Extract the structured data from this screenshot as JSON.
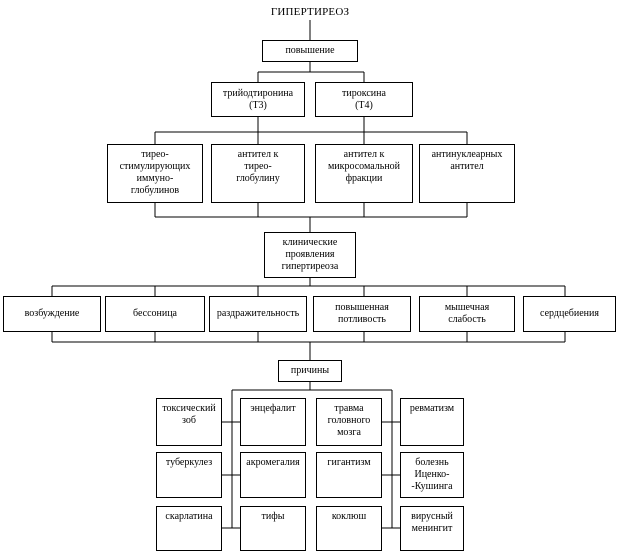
{
  "title": "ГИПЕРТИРЕОЗ",
  "increase": "повышение",
  "hormones": {
    "t3": "трийодтиронина\n(Т3)",
    "t4": "тироксина\n(Т4)"
  },
  "antibodies": {
    "tsi": "тирео-\nстимулирующих\nиммуно-\nглобулинов",
    "thyroglobulin": "антител к\nтирео-\nглобулину",
    "microsomal": "антител к\nмикросомальной\nфракции",
    "antinuclear": "антинуклеарных\nантител"
  },
  "clinical": "клинические\nпроявления\nгипертиреоза",
  "symptoms": {
    "agitation": "возбуждение",
    "insomnia": "бессоница",
    "irritability": "раздражительность",
    "sweating": "повышенная\nпотливость",
    "weakness": "мышечная\nслабость",
    "palpitations": "сердцебиения"
  },
  "causes_label": "причины",
  "causes": {
    "toxic_goiter": "токсический\nзоб",
    "encephalitis": "энцефалит",
    "brain_trauma": "травма\nголовного\nмозга",
    "rheumatism": "ревматизм",
    "tuberculosis": "туберкулез",
    "acromegaly": "акромегалия",
    "gigantism": "гигантизм",
    "cushing": "болезнь\nИценко-\n-Кушинга",
    "scarlet_fever": "скарлатина",
    "typhus": "тифы",
    "whooping_cough": "коклюш",
    "viral_meningitis": "вирусный\nменингит"
  }
}
